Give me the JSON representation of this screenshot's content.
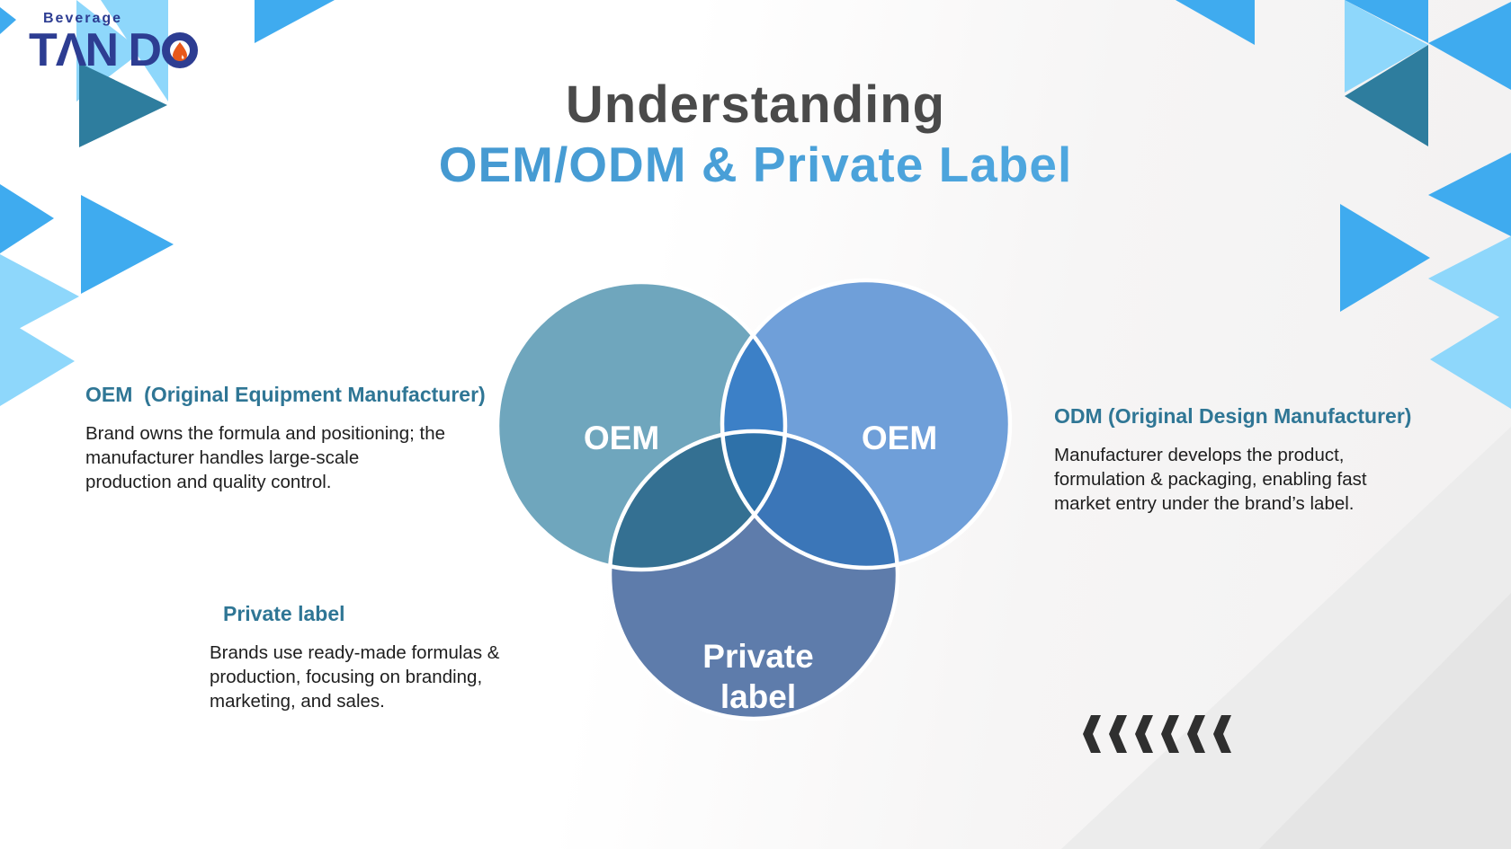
{
  "logo": {
    "tagline": "Beverage",
    "name": "TAN DO",
    "name_display": "TΛN D",
    "navy_color": "#2d3d92",
    "droplet_color": "#e8581b"
  },
  "title": {
    "line1": "Understanding",
    "line2": "OEM/ODM & Private Label",
    "line1_color": "#4a4a4a",
    "line2_gradient_start": "#3e8fc6",
    "line2_gradient_end": "#55b1ea"
  },
  "sections": {
    "oem": {
      "heading": "OEM  (Original Equipment Manufacturer)",
      "body": "Brand owns the formula and positioning; the manufacturer handles large-scale production and quality control."
    },
    "private_label": {
      "heading": "Private label",
      "body": "Brands use ready-made formulas & production, focusing on branding, marketing, and sales."
    },
    "odm": {
      "heading": "ODM (Original Design Manufacturer)",
      "body": "Manufacturer develops the product, formulation & packaging, enabling fast market entry under the brand’s label."
    },
    "heading_color": "#2f7695",
    "body_color": "#1e1e1e"
  },
  "venn": {
    "left": {
      "label": "OEM",
      "color": "#6FA6BD"
    },
    "right": {
      "label": "OEM",
      "color": "#6F9FD9"
    },
    "bottom": {
      "label_line1": "Private",
      "label_line2": "label",
      "color": "#5E7CAB"
    },
    "overlaps": {
      "left_right": "#3C80C7",
      "left_bottom": "#347092",
      "right_bottom": "#3B76B8",
      "center": "#2E71A9"
    },
    "stroke_color": "#ffffff",
    "label_color": "#ffffff"
  },
  "decor": {
    "chevrons": {
      "count": 6,
      "direction": "left",
      "color": "#2f2f2f"
    },
    "triangle_palette": {
      "bright_blue": "#3FABEF",
      "light_blue": "#8ED7FB",
      "dark_teal": "#2E7D9E"
    },
    "gray_wedge_light": "#ececec",
    "gray_wedge_dark": "#e5e5e5"
  }
}
